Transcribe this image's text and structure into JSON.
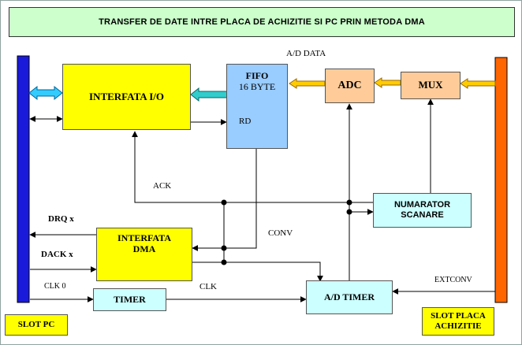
{
  "title": "TRANSFER DE DATE INTRE  PLACA DE ACHIZITIE SI PC PRIN METODA DMA",
  "blocks": {
    "interfata_io": "INTERFATA I/O",
    "fifo_line1": "FIFO",
    "fifo_line2": "16 BYTE",
    "fifo_rd": "RD",
    "adc": "ADC",
    "mux": "MUX",
    "numarator_line1": "NUMARATOR",
    "numarator_line2": "SCANARE",
    "interfata_dma_line1": "INTERFATA",
    "interfata_dma_line2": "DMA",
    "timer": "TIMER",
    "ad_timer": "A/D TIMER",
    "slot_pc": "SLOT  PC",
    "slot_placa_line1": "SLOT  PLACA",
    "slot_placa_line2": "ACHIZITIE"
  },
  "signals": {
    "ad_data": "A/D DATA",
    "ack": "ACK",
    "drq": "DRQ x",
    "dack": "DACK x",
    "conv": "CONV",
    "clk0": "CLK 0",
    "clk": "CLK",
    "extconv": "EXTCONV"
  },
  "colors": {
    "title_bg": "#ccffcc",
    "pc_bus": "#1a1adb",
    "acq_bus": "#ff6600",
    "interfata": "#ffff00",
    "fifo": "#99ccff",
    "adc_mux": "#ffcc99",
    "cyan_box": "#ccffff",
    "slot_label": "#ffff00",
    "data_arrow": "#ffcc00",
    "bus_arrow": "#33ccff",
    "fifo_arrow": "#33cccc"
  }
}
